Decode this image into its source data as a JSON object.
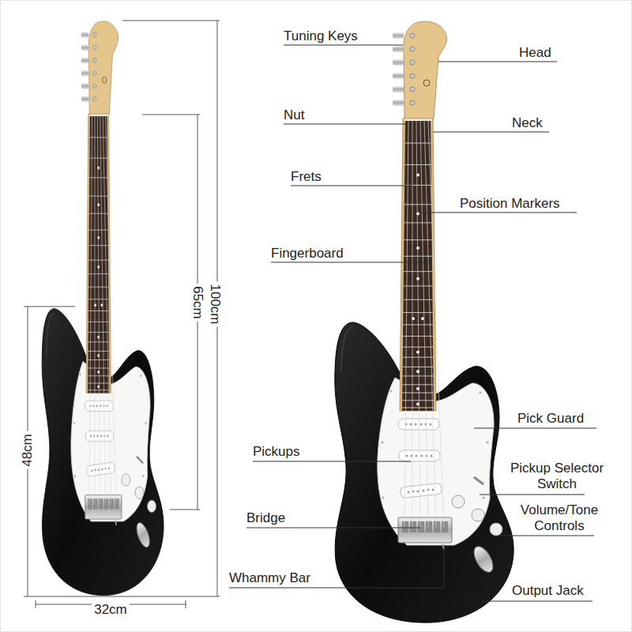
{
  "diagram": {
    "labels": [
      "Tuning Keys",
      "Head",
      "Nut",
      "Neck",
      "Frets",
      "Position Markers",
      "Fingerboard",
      "Pick Guard",
      "Pickups",
      "Pickup Selector Switch",
      "Bridge",
      "Volume/Tone Controls",
      "Whammy Bar",
      "Output Jack",
      "100cm",
      "65cm",
      "48cm",
      "32cm"
    ]
  }
}
